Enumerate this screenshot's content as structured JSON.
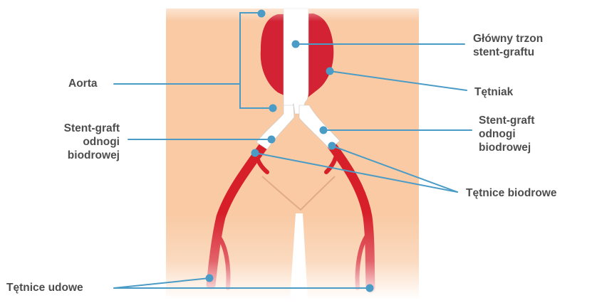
{
  "diagram": {
    "labels": {
      "aorta": "Aorta",
      "main_body": [
        "Główny trzon",
        "stent-graftu"
      ],
      "aneurysm": "Tętniak",
      "limb_left": [
        "Stent-graft",
        "odnogi",
        "biodrowej"
      ],
      "limb_right": [
        "Stent-graft",
        "odnogi",
        "biodrowej"
      ],
      "iliac_arteries": "Tętnice biodrowe",
      "femoral_arteries": "Tętnice udowe"
    },
    "colors": {
      "skin": "#f9caa4",
      "artery": "#d71f2a",
      "aneurysm": "#d22233",
      "stent": "#ffffff",
      "leader_line": "#4a9cc6",
      "text": "#4d4d4d"
    }
  }
}
